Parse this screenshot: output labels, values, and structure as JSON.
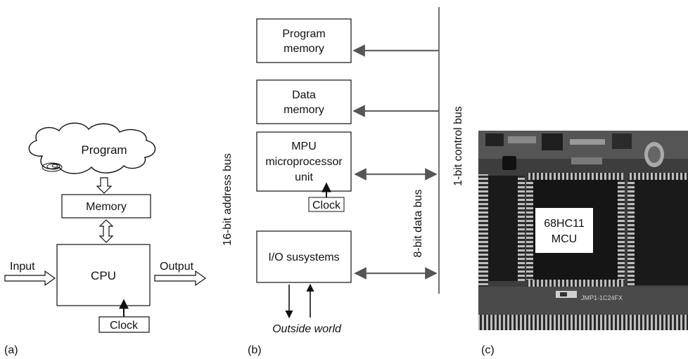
{
  "panel_a": {
    "caption": "(a)",
    "program": "Program",
    "memory": "Memory",
    "cpu": "CPU",
    "clock": "Clock",
    "input": "Input",
    "output": "Output"
  },
  "panel_b": {
    "caption": "(b)",
    "program_memory_line1": "Program",
    "program_memory_line2": "memory",
    "data_memory_line1": "Data",
    "data_memory_line2": "memory",
    "mpu_line1": "MPU",
    "mpu_line2": "microprocessor",
    "mpu_line3": "unit",
    "clock": "Clock",
    "io": "I/O susystems",
    "outside_world": "Outside world",
    "address_bus": "16-bit address bus",
    "data_bus": "8-bit data bus",
    "control_bus": "1-bit control bus"
  },
  "panel_c": {
    "caption": "(c)",
    "chip_line1": "68HC11",
    "chip_line2": "MCU",
    "board_marking": "JMP1-1C24FX"
  }
}
